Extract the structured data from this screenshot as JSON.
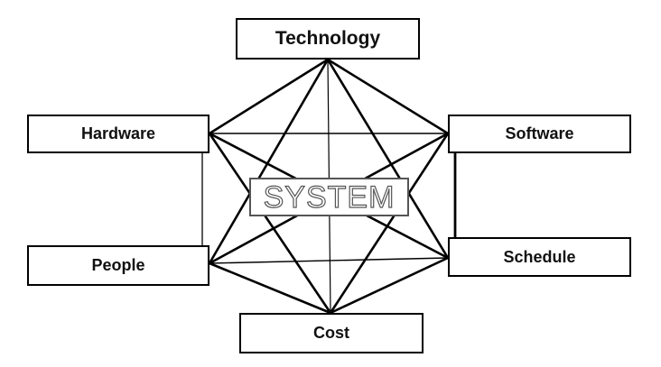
{
  "diagram": {
    "nodes": {
      "technology": "Technology",
      "hardware": "Hardware",
      "software": "Software",
      "people": "People",
      "schedule": "Schedule",
      "cost": "Cost",
      "center": "SYSTEM"
    },
    "connections": [
      [
        "technology",
        "hardware"
      ],
      [
        "technology",
        "software"
      ],
      [
        "technology",
        "people"
      ],
      [
        "technology",
        "schedule"
      ],
      [
        "technology",
        "cost"
      ],
      [
        "hardware",
        "software"
      ],
      [
        "hardware",
        "people"
      ],
      [
        "hardware",
        "schedule"
      ],
      [
        "hardware",
        "cost"
      ],
      [
        "software",
        "people"
      ],
      [
        "software",
        "schedule"
      ],
      [
        "software",
        "cost"
      ],
      [
        "people",
        "schedule"
      ],
      [
        "people",
        "cost"
      ],
      [
        "schedule",
        "cost"
      ]
    ]
  }
}
